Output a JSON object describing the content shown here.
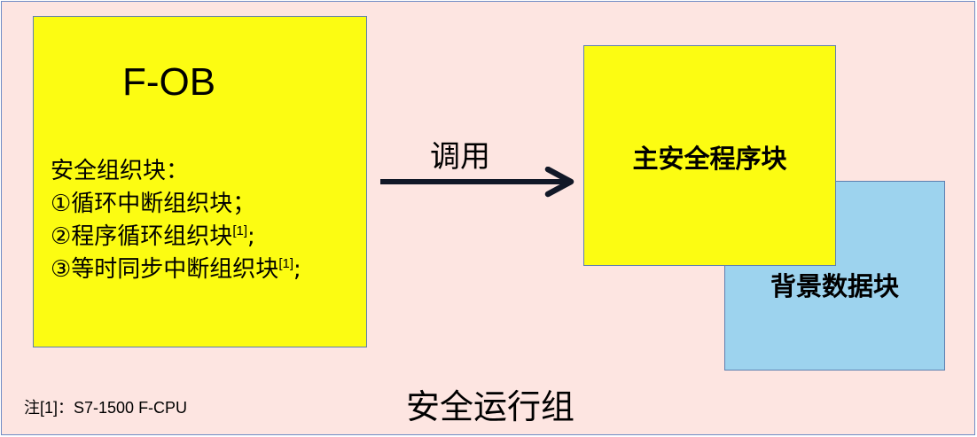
{
  "diagram": {
    "group_title": "安全运行组",
    "footnote": "注[1]：S7-1500 F-CPU",
    "fob_box": {
      "title": "F-OB",
      "heading": "安全组织块：",
      "items": [
        {
          "text": "①循环中断组织块；",
          "note": ""
        },
        {
          "text": "②程序循环组织块",
          "note": "[1]",
          "suffix": ";"
        },
        {
          "text": "③等时同步中断组织块",
          "note": "[1]",
          "suffix": ";"
        }
      ]
    },
    "arrow": {
      "label": "调用"
    },
    "main_block": {
      "label": "主安全程序块"
    },
    "background_db": {
      "label": "背景数据块"
    },
    "colors": {
      "frame_bg": "#FDE5E1",
      "frame_border": "#6F8BC4",
      "yellow_box": "#FCFC12",
      "blue_box": "#9DD3EE",
      "arrow": "#111827"
    }
  }
}
